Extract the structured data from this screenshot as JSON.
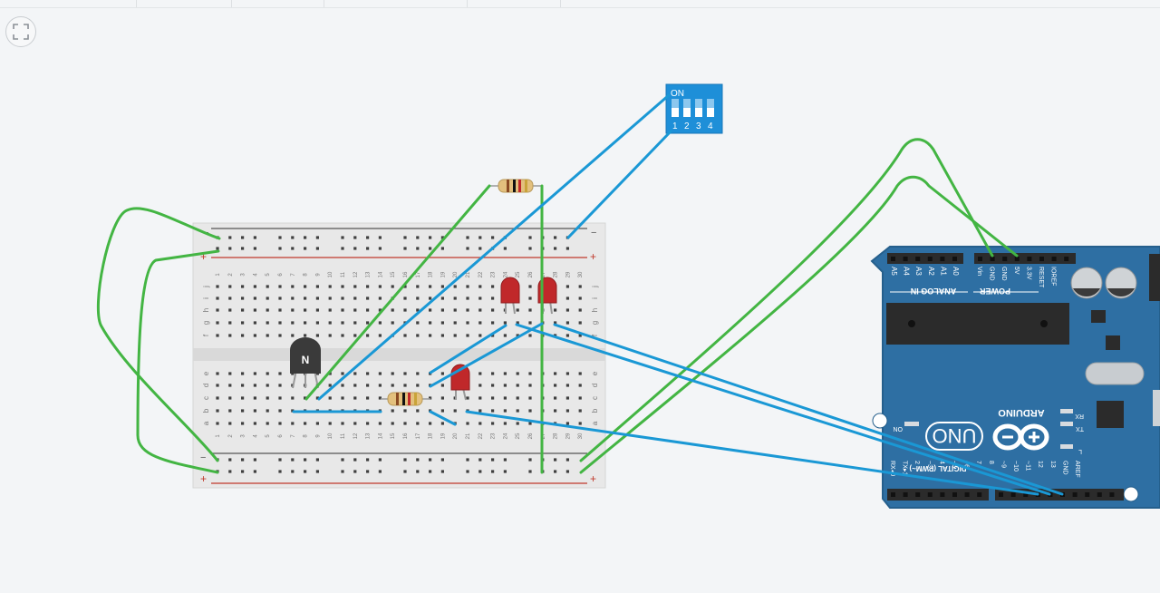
{
  "toolbar": {
    "fit_icon": "fit-view-icon"
  },
  "dip_switch": {
    "on_label": "ON",
    "positions": [
      "1",
      "2",
      "3",
      "4"
    ]
  },
  "transistor": {
    "label": "N"
  },
  "breadboard": {
    "row_letters_top": [
      "j",
      "i",
      "h",
      "g",
      "f"
    ],
    "row_letters_bottom": [
      "e",
      "d",
      "c",
      "b",
      "a"
    ],
    "column_numbers": [
      "1",
      "2",
      "3",
      "4",
      "5",
      "6",
      "7",
      "8",
      "9",
      "10",
      "11",
      "12",
      "13",
      "14",
      "15",
      "16",
      "17",
      "18",
      "19",
      "20",
      "21",
      "22",
      "23",
      "24",
      "25",
      "26",
      "27",
      "28",
      "29",
      "30"
    ],
    "rail_minus": "−",
    "rail_plus": "+"
  },
  "arduino": {
    "analog_in": "ANALOG IN",
    "analog_pins": [
      "A5",
      "A4",
      "A3",
      "A2",
      "A1",
      "A0"
    ],
    "power": "POWER",
    "power_pins": [
      "Vin",
      "GND",
      "GND",
      "5V",
      "3.3V",
      "RESET",
      "IOREF"
    ],
    "on_label": "ON",
    "uno": "UNO",
    "arduino": "ARDUINO",
    "rx": "RX",
    "tx": "TX",
    "l": "L",
    "digital": "DIGITAL (PWM~)",
    "digital_pins": [
      "RX◂0",
      "TX▸1",
      "2",
      "~3",
      "4",
      "~5",
      "~6",
      "7",
      "8",
      "~9",
      "~10",
      "~11",
      "12",
      "13",
      "GND",
      "AREF"
    ]
  },
  "colors": {
    "wire_green": "#43b543",
    "wire_blue": "#1a98d5",
    "board_blue": "#2e6fa3",
    "led_red": "#c0282a"
  }
}
